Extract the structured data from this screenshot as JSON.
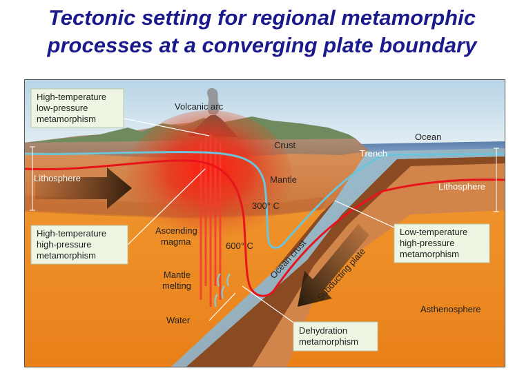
{
  "title": {
    "line1": "Tectonic setting for regional metamorphic",
    "line2": "processes at a converging plate boundary"
  },
  "labels": {
    "volcanic_arc": "Volcanic arc",
    "crust": "Crust",
    "ocean": "Ocean",
    "trench": "Trench",
    "lithosphere_left": "Lithosphere",
    "lithosphere_right": "Lithosphere",
    "mantle": "Mantle",
    "temp_300": "300° C",
    "temp_600": "600° C",
    "ascending_magma_1": "Ascending",
    "ascending_magma_2": "magma",
    "ocean_crust": "Ocean crust",
    "subducting_plate": "Subducting plate",
    "mantle_melting_1": "Mantle",
    "mantle_melting_2": "melting",
    "water": "Water",
    "asthenosphere": "Asthenosphere"
  },
  "callouts": {
    "ht_lp": [
      "High-temperature",
      "low-pressure",
      "metamorphism"
    ],
    "ht_hp": [
      "High-temperature",
      "high-pressure",
      "metamorphism"
    ],
    "lt_hp": [
      "Low-temperature",
      "high-pressure",
      "metamorphism"
    ],
    "dehydration": [
      "Dehydration",
      "metamorphism"
    ]
  },
  "colors": {
    "title": "#1a1a8c",
    "callout_fill": "#eef5e2",
    "isotherm_300": "#6cc4dc",
    "isotherm_600": "#e8141b",
    "slab": "#7fb8d8",
    "asthenosphere": "#ef8c1e"
  }
}
